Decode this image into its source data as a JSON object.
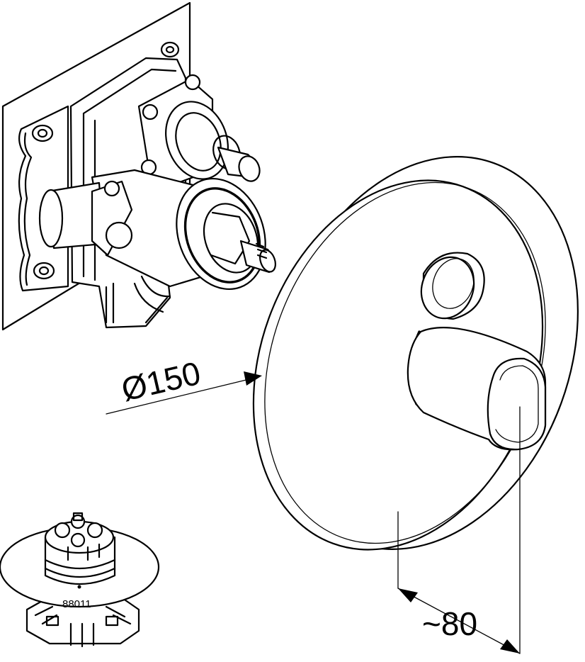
{
  "dimensions": {
    "diameter_label": "Ø150",
    "depth_label": "~80"
  },
  "parts": {
    "rough_in_number": "88011"
  },
  "icons": [
    "rough-in-valve-body-icon",
    "round-cover-plate-icon",
    "lever-handle-icon",
    "diverter-knob-icon",
    "mounting-set-icon"
  ]
}
